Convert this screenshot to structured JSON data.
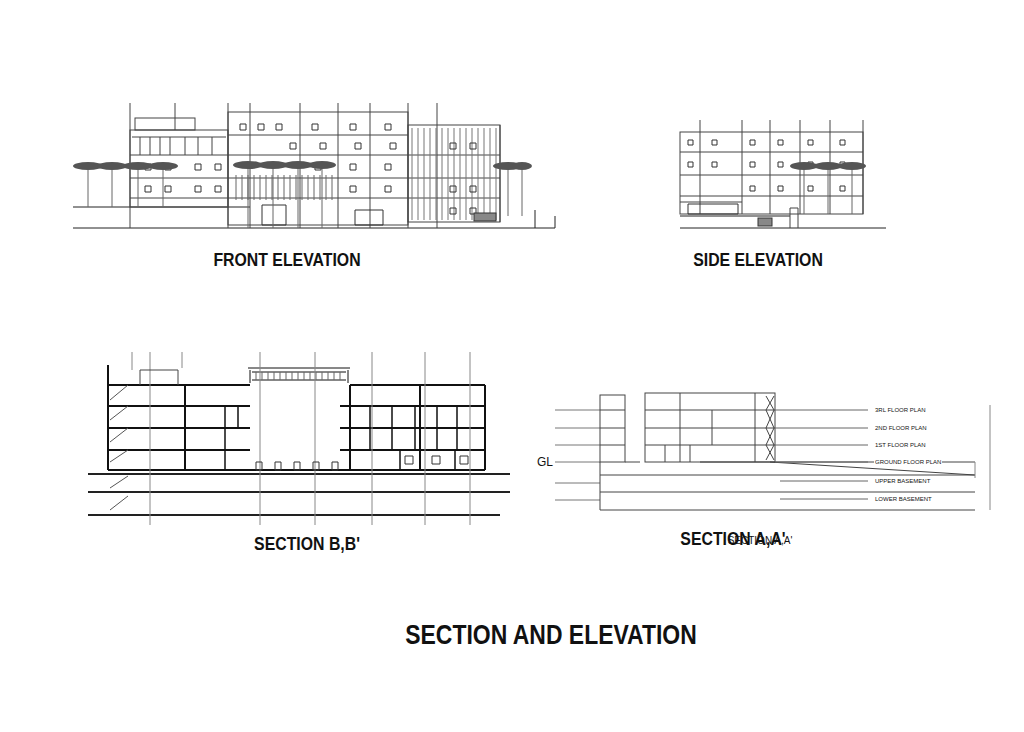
{
  "diagram": {
    "title": "SECTION AND ELEVATION",
    "labels": [
      "FRONT ELEVATION",
      "SIDE  ELEVATION",
      "SECTION B,B'",
      "SECTION A,A'",
      "SECTION A,A'",
      "GL",
      "3RL FLOOR PLAN",
      "2ND FLOOR PLAN",
      "1ST FLOOR PLAN",
      "GROUND FLOOR PLAN",
      "UPPER BASEMENT",
      "LOWER BASEMENT"
    ]
  }
}
